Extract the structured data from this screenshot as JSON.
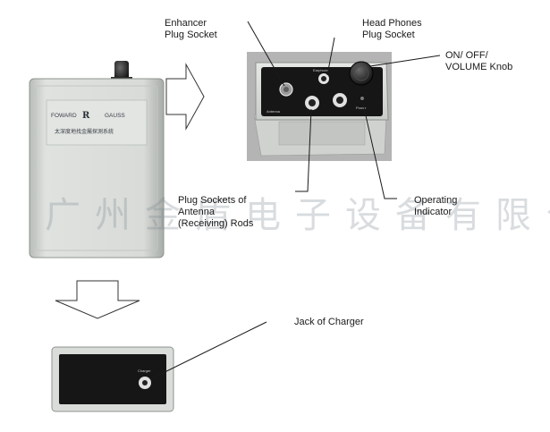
{
  "labels": {
    "enhancer": "Enhancer\nPlug Socket",
    "headphones": "Head Phones\nPlug Socket",
    "on_off": "ON/ OFF/\nVOLUME Knob",
    "antenna": "Plug Sockets of\nAntenna\n(Receiving) Rods",
    "indicator": "Operating\nIndicator",
    "charger": "Jack of Charger"
  },
  "device_front": {
    "brand_left": "FOWARD",
    "brand_mid": "R",
    "brand_right": "GAUSS",
    "chinese_name": "太深度地找金屬探測系統"
  },
  "device_top_panel": {
    "earphone_tag": "Earphone",
    "antenna_tag": "Antenna",
    "power_tag": "Power"
  },
  "device_bottom_panel": {
    "charger_tag": "Charger"
  },
  "watermark": "广州金盾电子设备有限公司",
  "colors": {
    "device_body": "#d6d9d6",
    "panel_dark": "#1c1c1c",
    "line": "#1a1a1a"
  }
}
